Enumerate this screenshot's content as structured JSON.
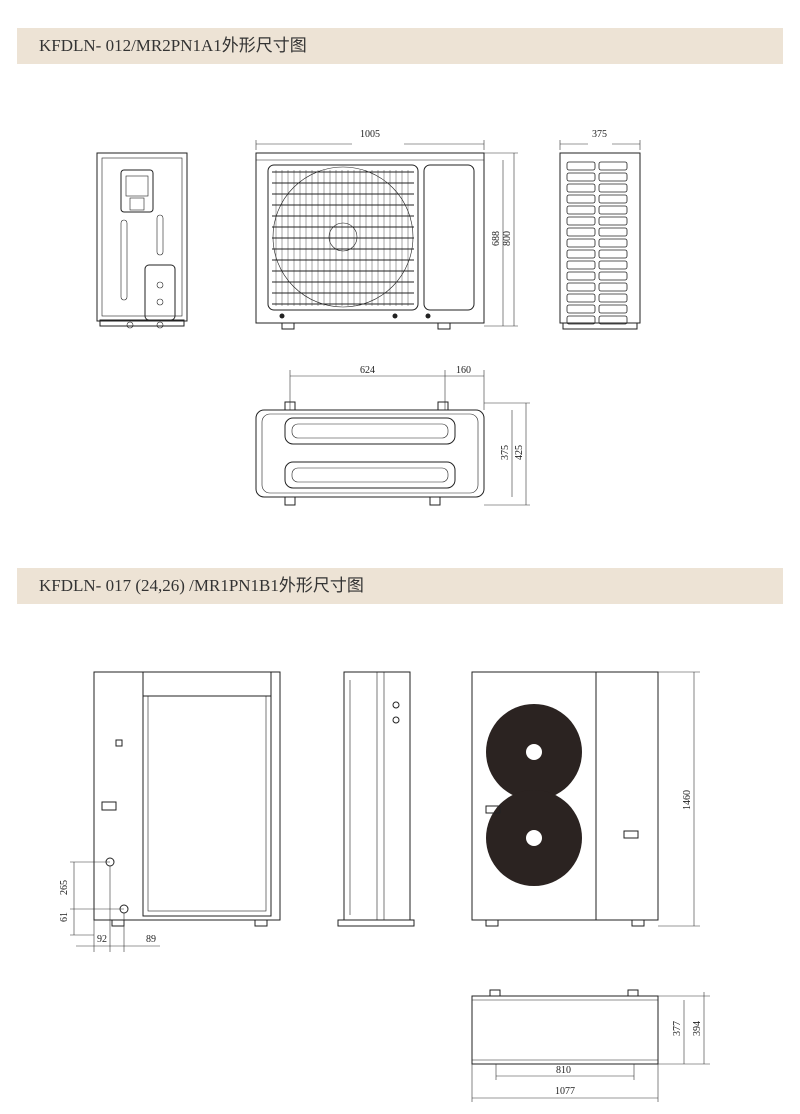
{
  "section1": {
    "title": "KFDLN- 012/MR2PN1A1外形尺寸图",
    "dims": {
      "width": "1005",
      "height_inner": "688",
      "height": "800",
      "depth": "375",
      "top_span": "624",
      "top_side": "160",
      "top_depth_inner": "375",
      "top_depth": "425"
    }
  },
  "section2": {
    "title": "KFDLN- 017 (24,26) /MR1PN1B1外形尺寸图",
    "dims": {
      "pipe_height_upper": "265",
      "pipe_height_lower": "61",
      "pipe_x1": "92",
      "pipe_x2": "89",
      "height": "1460",
      "depth_inner": "377",
      "depth": "394",
      "foot_span": "810",
      "width": "1077"
    }
  }
}
